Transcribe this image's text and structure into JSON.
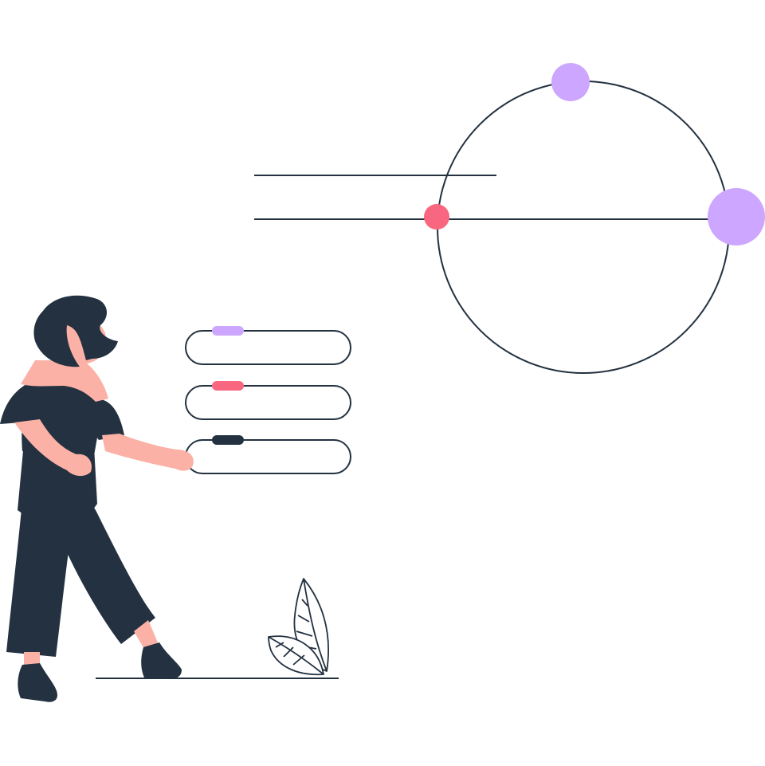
{
  "colors": {
    "background": "#ffffff",
    "line": "#233140",
    "dark": "#233140",
    "skin": "#fbb1a6",
    "purple": "#cca6ff",
    "pink": "#f8677f",
    "leaf_fill": "#ffffff"
  },
  "option_pills": [
    {
      "tab_color": "purple"
    },
    {
      "tab_color": "pink"
    },
    {
      "tab_color": "dark"
    }
  ],
  "orbit_nodes": [
    {
      "color": "purple"
    },
    {
      "color": "purple"
    },
    {
      "color": "pink"
    }
  ]
}
